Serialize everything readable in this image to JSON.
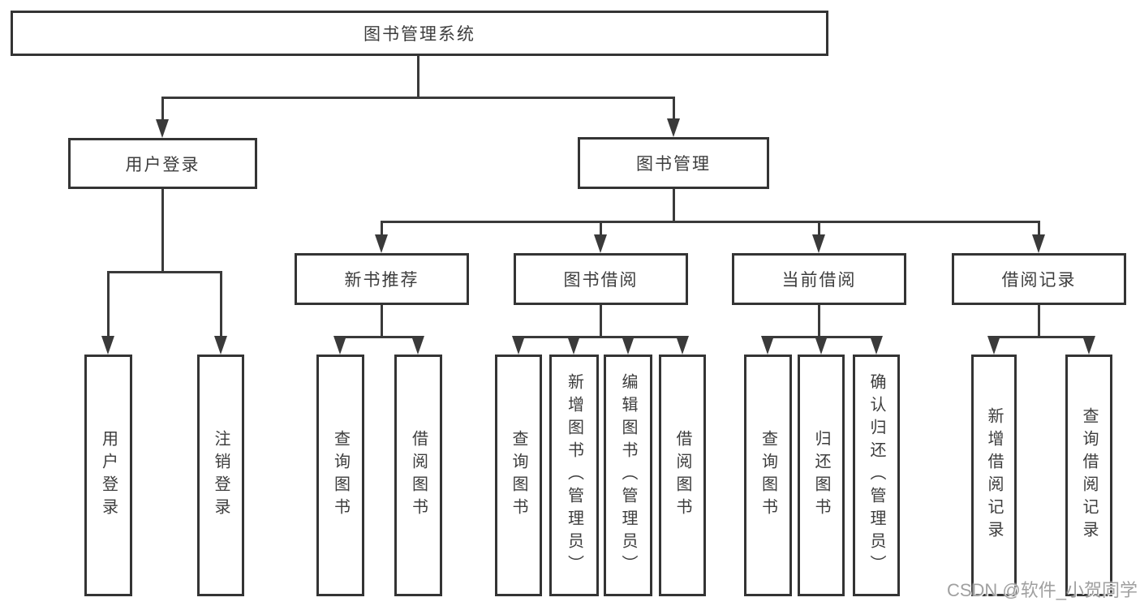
{
  "diagram": {
    "root": "图书管理系统",
    "branches": [
      {
        "label": "用户登录",
        "children": [
          "用户登录",
          "注销登录"
        ]
      },
      {
        "label": "图书管理",
        "sections": [
          {
            "label": "新书推荐",
            "children": [
              "查询图书",
              "借阅图书"
            ]
          },
          {
            "label": "图书借阅",
            "children": [
              "查询图书",
              "新增图书（管理员）",
              "编辑图书（管理员）",
              "借阅图书"
            ]
          },
          {
            "label": "当前借阅",
            "children": [
              "查询图书",
              "归还图书",
              "确认归还（管理员）"
            ]
          },
          {
            "label": "借阅记录",
            "children": [
              "新增借阅记录",
              "查询借阅记录"
            ]
          }
        ]
      }
    ],
    "line_color": "#3a3a3a",
    "box_border_color": "#343434",
    "text_color": "#3d3d3d"
  },
  "watermark": "CSDN @软件_小贺同学"
}
